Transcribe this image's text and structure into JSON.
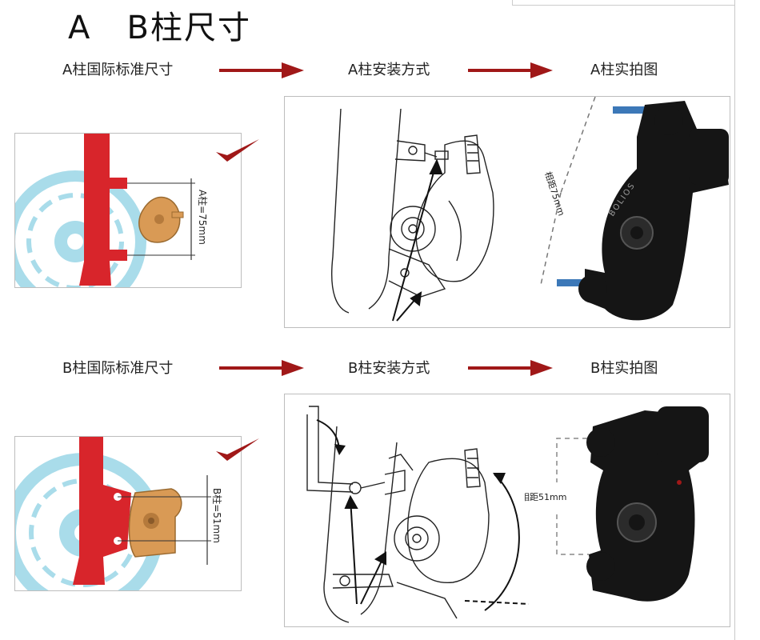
{
  "title": "A   B柱尺寸",
  "row_a": {
    "standard_label": "A柱国际标准尺寸",
    "install_label": "A柱安装方式",
    "photo_label": "A柱实拍图",
    "dimension_label": "A柱=75mm",
    "spacing_label": "相距75mm",
    "brand_text": "BOLIOS"
  },
  "row_b": {
    "standard_label": "B柱国际标准尺寸",
    "install_label": "B柱安装方式",
    "photo_label": "B柱实拍图",
    "dimension_label": "B柱=51mm",
    "spacing_label": "相距51mm"
  },
  "colors": {
    "arrow": "#a01818",
    "fork": "#d8252b",
    "rotor": "#a9dcea",
    "caliper": "#d99a55",
    "photo_dark": "#151515",
    "bolt_blue": "#3c78b8"
  }
}
